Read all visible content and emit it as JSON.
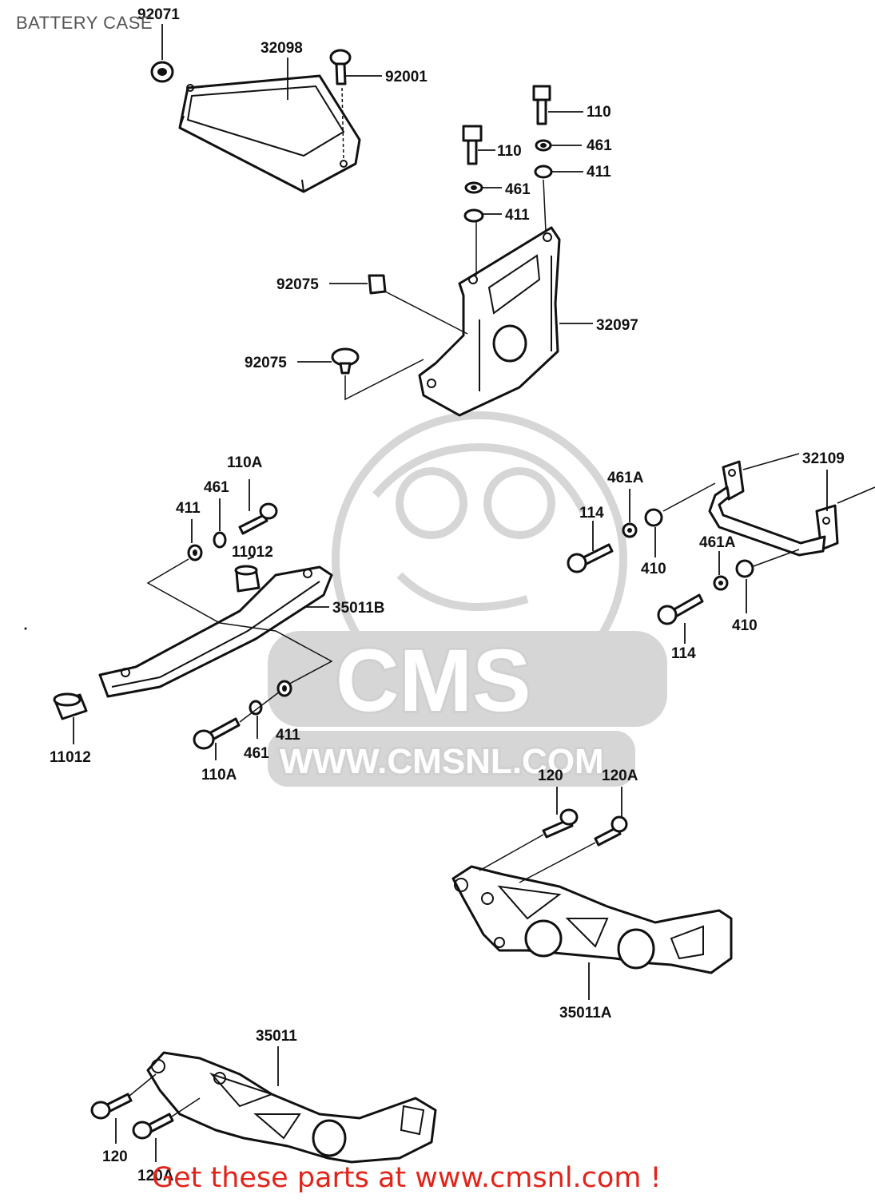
{
  "title": "BATTERY CASE",
  "footer": {
    "link_text": "Get these parts at www.cmsnl.com !"
  },
  "watermark": {
    "logo_text": "CMS",
    "url_text": "WWW.CMSNL.COM"
  },
  "callouts": [
    "92071",
    "32098",
    "92001",
    "110",
    "461",
    "411",
    "110",
    "461",
    "411",
    "92075",
    "32097",
    "92075",
    "110A",
    "461",
    "411",
    "11012",
    "35011B",
    "11012",
    "110A",
    "461",
    "411",
    "32109",
    "461A",
    "114",
    "410",
    "461A",
    "410",
    "114",
    "120",
    "120A",
    "35011A",
    "35011",
    "120",
    "120A"
  ],
  "colors": {
    "line_art": "#111111",
    "watermark": "#d6d6d6",
    "footer_link": "#e2231a",
    "title": "#555555"
  }
}
